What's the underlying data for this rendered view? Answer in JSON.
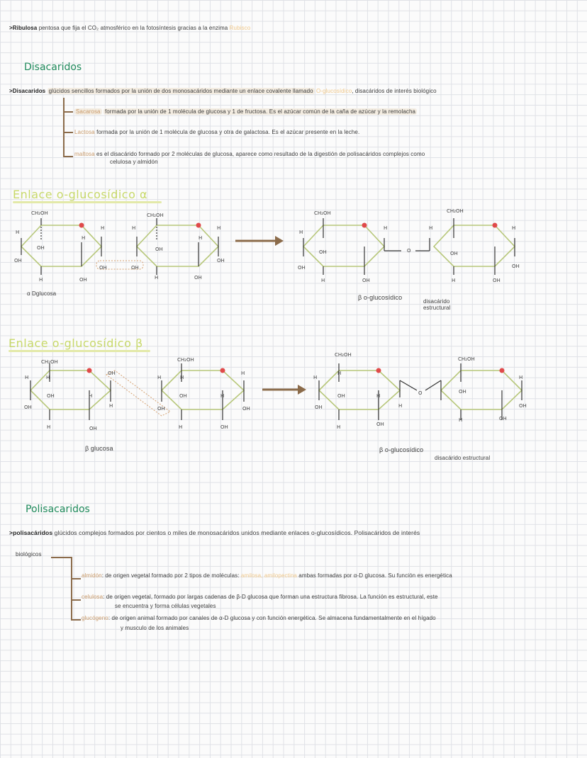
{
  "ribulosa": {
    "term": ">Ribulosa",
    "text": "pentosa que fija el CO₂ atmosférico en la fotosíntesis gracias a la enzima",
    "enzyme": "Rubisco"
  },
  "disacaridos": {
    "heading": "Disacaridos",
    "intro_term": ">Disacaridos",
    "intro_text": "glúcidos sencillos formados por la unión de dos monosacáridos mediante un enlace covalente llamado",
    "intro_link": "O-glucosídico",
    "intro_tail": ", disacáridos de interés biológico",
    "items": [
      {
        "name": "Sacarosa",
        "text": "formada por la unión de 1 molécula de glucosa y 1 de fructosa. Es el azúcar común de la caña de azúcar y la remolacha",
        "text2": ""
      },
      {
        "name": "Lactosa",
        "text": "formada por la unión de 1 molécula de glucosa y otra de galactosa. Es el azúcar presente en la leche.",
        "text2": ""
      },
      {
        "name": "maltosa",
        "text": "es el disacárido formado por 2 moléculas de glucosa, aparece como resultado de la digestión de polisacáridos complejos como",
        "text2": "celulosa y almidón"
      }
    ]
  },
  "alpha": {
    "title": "Enlace o-glucosídico α",
    "caption_left": "α Dglucosa",
    "caption_right": "β o-glucosídico",
    "caption_right2": "disacárido",
    "caption_right3": "estructural",
    "ring_labels": {
      "ch2oh": "CH₂OH",
      "h": "H",
      "oh": "OH",
      "o": "O"
    }
  },
  "beta": {
    "title": "Enlace o-glucosídico β",
    "caption_left": "β glucosa",
    "caption_right": "β o-glucosídico",
    "caption_right2": "disacárido estructural"
  },
  "polisacaridos": {
    "heading": "Polisacaridos",
    "intro_term": ">polisacáridos",
    "intro_text": "glúcidos complejos formados por cientos o miles de monosacáridos unidos mediante enlaces o-glucosídicos. Polisacáridos de interés",
    "intro_tail": "biológicos",
    "items": [
      {
        "name": "almidón",
        "text": ": de origen vegetal formado por 2 tipos de moléculas:",
        "extra": "amilosa, amilopectina",
        "text_end": "ambas formadas por α-D glucosa. Su función es energética",
        "text2": ""
      },
      {
        "name": "celulosa",
        "text": ": de origen vegetal, formado por largas cadenas de β-D glucosa que forman una estructura fibrosa. La función es estructural, este",
        "extra": "",
        "text_end": "",
        "text2": "se encuentra y forma células vegetales"
      },
      {
        "name": "glucógeno",
        "text": ": de origen animal formado por canales de α-D glucosa y con función energética. Se almacena fundamentalmente en el hígado",
        "extra": "",
        "text_end": "",
        "text2": "y musculo de los animales"
      }
    ]
  },
  "colors": {
    "accent_green": "#1f8a5b",
    "title_yellow": "#c8d96a",
    "bracket_brown": "#8b6b4a",
    "ring_green": "#b7c77a",
    "red_dot": "#e04a4a",
    "term_tan": "#c99a6a"
  }
}
